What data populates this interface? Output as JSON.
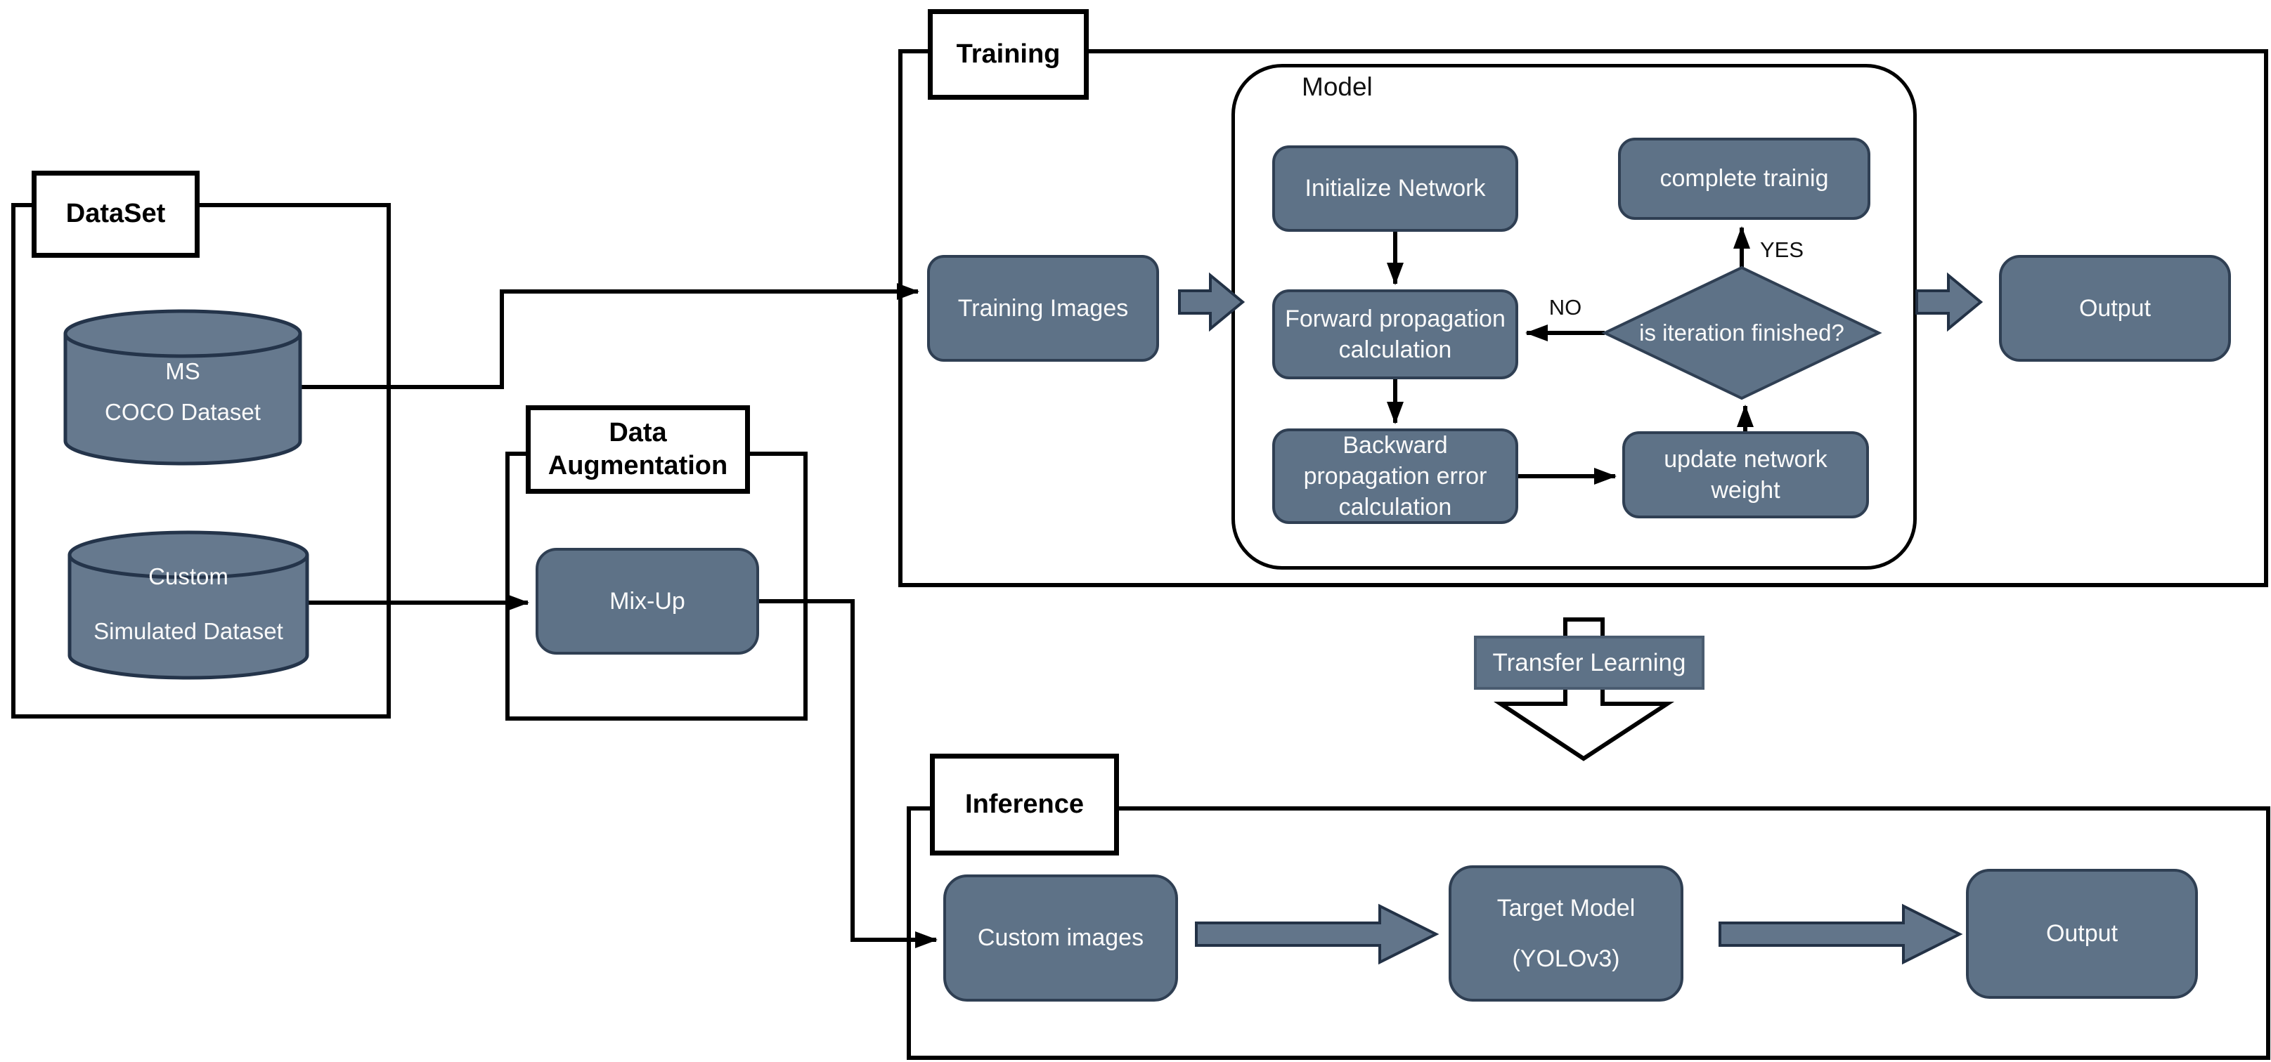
{
  "colors": {
    "node_fill": "#5e7287",
    "node_border": "#2f3f53",
    "cyl_fill": "#66798e",
    "cyl_border": "#24344a",
    "arrow_fill": "#62758a",
    "arrow_border": "#233246",
    "container_border": "#000000",
    "text_light": "#fafafa",
    "text_dark": "#111111"
  },
  "sections": {
    "dataset": {
      "label": "DataSet"
    },
    "data_augmentation": {
      "label": "Data Augmentation"
    },
    "training": {
      "label": "Training"
    },
    "inference": {
      "label": "Inference"
    }
  },
  "nodes": {
    "ms_coco": {
      "line1": "MS",
      "line2": "COCO Dataset"
    },
    "custom_sim": {
      "line1": "Custom",
      "line2": "Simulated Dataset"
    },
    "mix_up": {
      "label": "Mix-Up"
    },
    "training_images": {
      "label": "Training Images"
    },
    "model_group": {
      "label": "Model"
    },
    "initialize_network": {
      "label": "Initialize Network"
    },
    "complete_training": {
      "label": "complete trainig"
    },
    "forward_prop": {
      "label": "Forward propagation calculation"
    },
    "backward_prop": {
      "label": "Backward propagation error calculation"
    },
    "update_weight": {
      "label": "update network weight"
    },
    "iteration_decision": {
      "label": "is iteration finished?"
    },
    "training_output": {
      "label": "Output"
    },
    "transfer_learning": {
      "label": "Transfer Learning"
    },
    "custom_images": {
      "label": "Custom images"
    },
    "target_model": {
      "line1": "Target Model",
      "line2": "(YOLOv3)"
    },
    "inference_output": {
      "label": "Output"
    }
  },
  "edge_labels": {
    "yes": "YES",
    "no": "NO"
  }
}
